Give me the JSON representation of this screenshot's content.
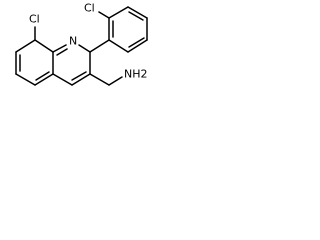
{
  "structure": {
    "atoms": {
      "cl_quinoline": "Cl",
      "nitrogen_ring": "N",
      "cl_phenyl": "Cl",
      "amine": "NH2"
    },
    "colors": {
      "bond": "#000000",
      "label": "#000000",
      "background": "#ffffff"
    }
  }
}
